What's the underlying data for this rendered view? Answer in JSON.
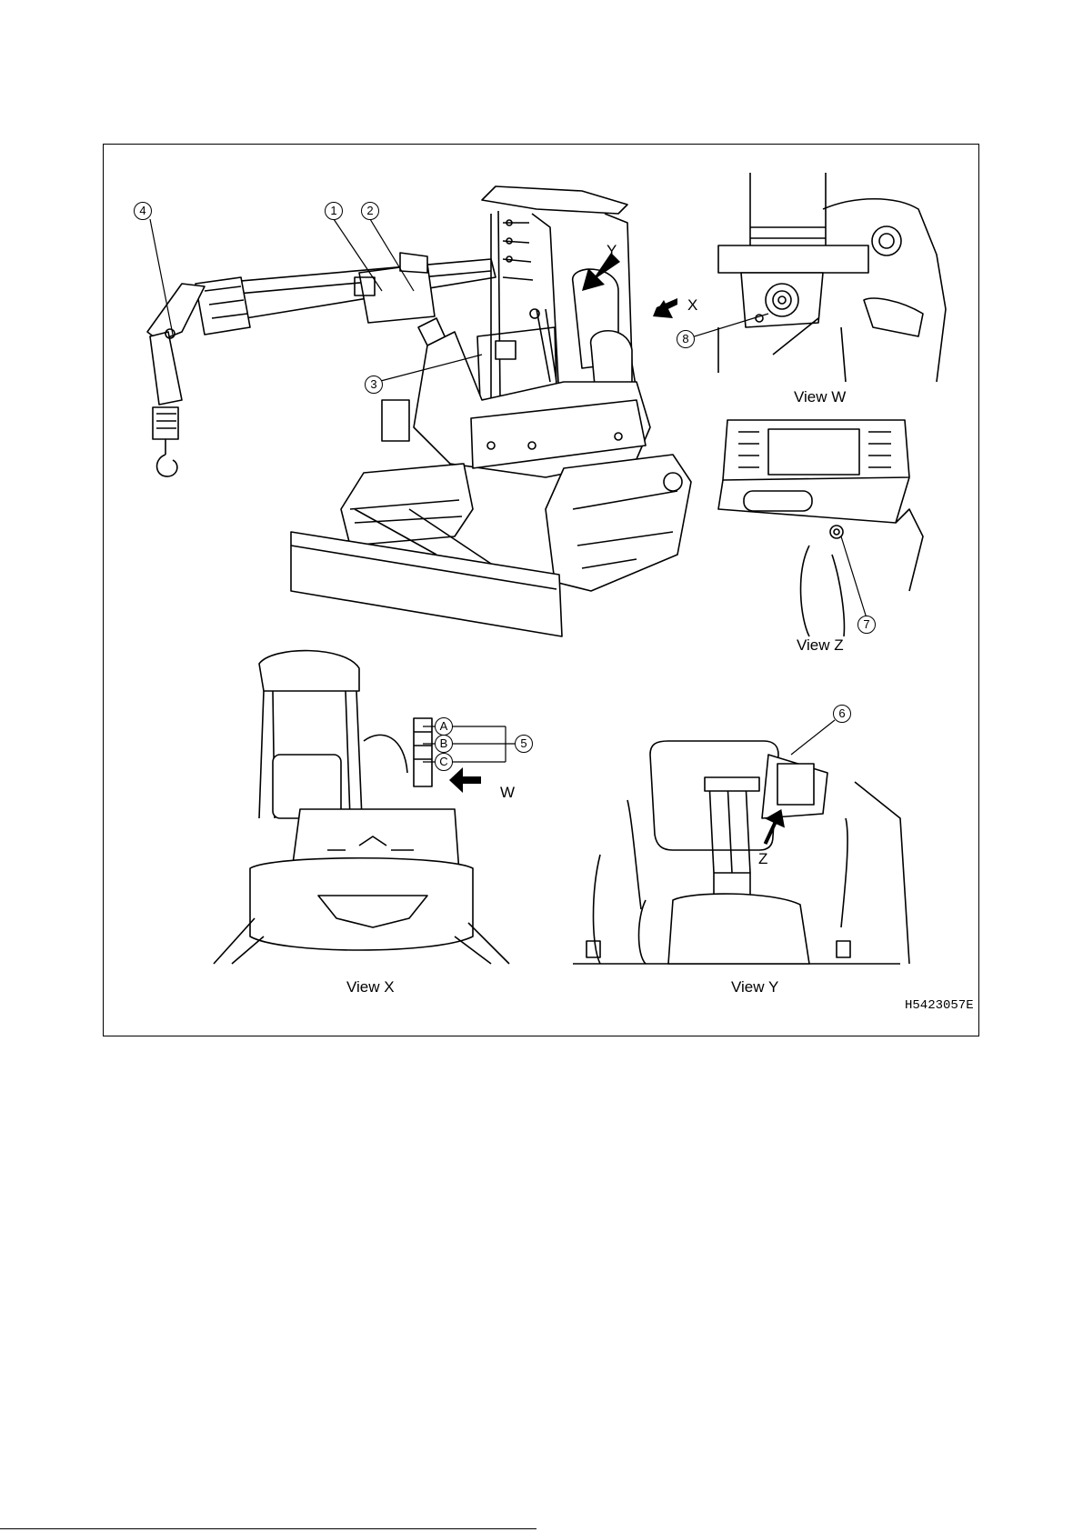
{
  "figure": {
    "code": "H5423057E",
    "views": {
      "w": "View W",
      "z": "View Z",
      "x": "View X",
      "y": "View Y"
    },
    "arrows": {
      "x": "X",
      "y": "Y",
      "w": "W",
      "z": "Z"
    },
    "callouts": {
      "c1": "1",
      "c2": "2",
      "c3": "3",
      "c4": "4",
      "c5": "5",
      "c6": "6",
      "c7": "7",
      "c8": "8",
      "a": "A",
      "b": "B",
      "c": "C"
    }
  }
}
